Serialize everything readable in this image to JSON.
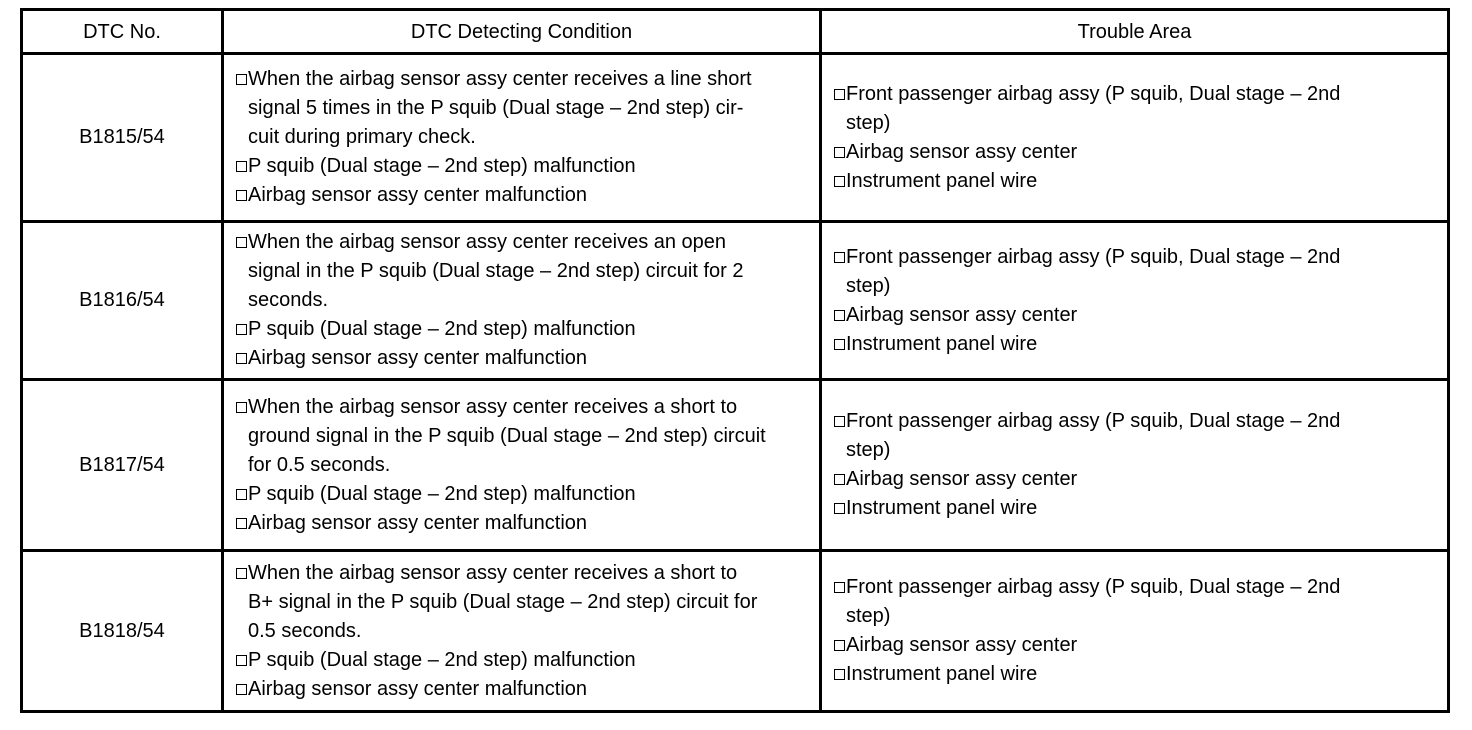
{
  "colors": {
    "border": "#000000",
    "text": "#000000",
    "background": "#ffffff"
  },
  "bullet_icon": "open-square",
  "table": {
    "headers": [
      "DTC No.",
      "DTC Detecting Condition",
      "Trouble Area"
    ],
    "rows": [
      {
        "dtc": "B1815/54",
        "conditions": [
          "When the airbag sensor assy center receives a line short\nsignal 5 times in the P squib (Dual stage – 2nd step) cir-\ncuit during primary check.",
          "P squib (Dual stage – 2nd step) malfunction",
          "Airbag sensor assy center malfunction"
        ],
        "trouble_areas": [
          "Front passenger airbag assy (P squib, Dual stage – 2nd\nstep)",
          "Airbag sensor assy center",
          "Instrument panel wire"
        ]
      },
      {
        "dtc": "B1816/54",
        "conditions": [
          "When the airbag sensor assy center receives an open\nsignal in the P squib (Dual stage – 2nd step) circuit for 2\nseconds.",
          "P squib (Dual stage – 2nd step) malfunction",
          "Airbag sensor assy center malfunction"
        ],
        "trouble_areas": [
          "Front passenger airbag assy (P squib, Dual stage – 2nd\nstep)",
          "Airbag sensor assy center",
          "Instrument panel wire"
        ]
      },
      {
        "dtc": "B1817/54",
        "conditions": [
          "When the airbag sensor assy center receives a short to\nground signal in the P squib (Dual stage – 2nd step) circuit\nfor 0.5 seconds.",
          "P squib (Dual stage – 2nd step) malfunction",
          "Airbag sensor assy center malfunction"
        ],
        "trouble_areas": [
          "Front passenger airbag assy (P squib, Dual stage – 2nd\nstep)",
          "Airbag sensor assy center",
          "Instrument panel wire"
        ]
      },
      {
        "dtc": "B1818/54",
        "conditions": [
          "When the airbag sensor assy center receives a short to\nB+ signal in the P squib (Dual stage – 2nd step) circuit for\n0.5 seconds.",
          "P squib (Dual stage – 2nd step) malfunction",
          "Airbag sensor assy center malfunction"
        ],
        "trouble_areas": [
          "Front passenger airbag assy (P squib, Dual stage – 2nd\nstep)",
          "Airbag sensor assy center",
          "Instrument panel wire"
        ]
      }
    ]
  }
}
